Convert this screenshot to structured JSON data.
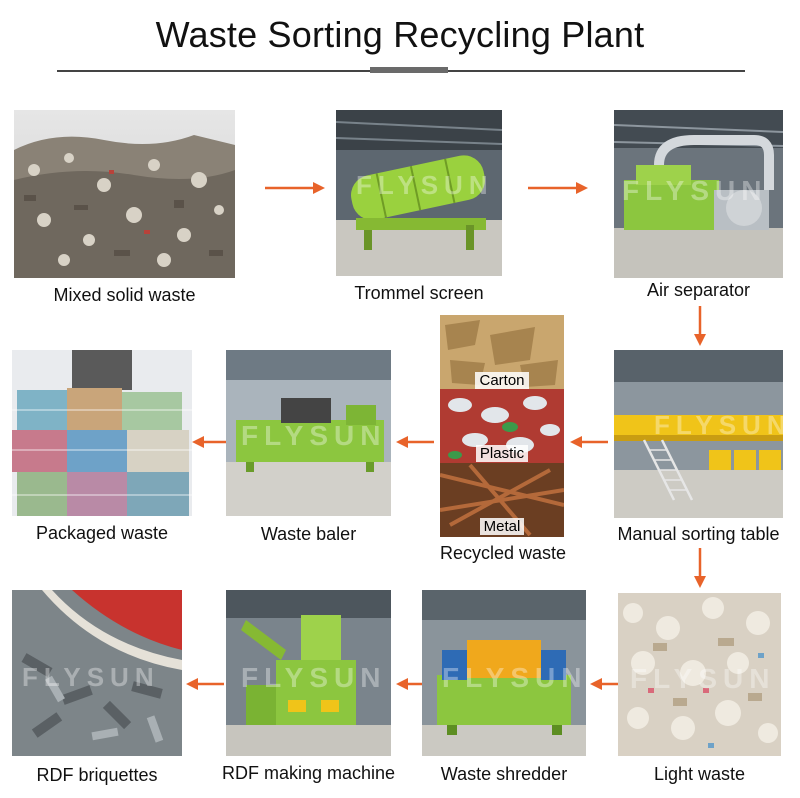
{
  "title": "Waste Sorting Recycling Plant",
  "colors": {
    "arrow": "#e8632a",
    "green": "#8cc63f",
    "orange": "#f5a623"
  },
  "watermark": "FLYSUN",
  "steps": {
    "mixed_solid_waste": "Mixed solid waste",
    "trommel_screen": "Trommel screen",
    "air_separator": "Air separator",
    "manual_sorting_table": "Manual sorting table",
    "recycled_waste": "Recycled waste",
    "waste_baler": "Waste baler",
    "packaged_waste": "Packaged waste",
    "light_waste": "Light waste",
    "waste_shredder": "Waste shredder",
    "rdf_making_machine": "RDF making machine",
    "rdf_briquettes": "RDF briquettes"
  },
  "recycled_parts": {
    "carton": "Carton",
    "plastic": "Plastic",
    "metal": "Metal"
  }
}
